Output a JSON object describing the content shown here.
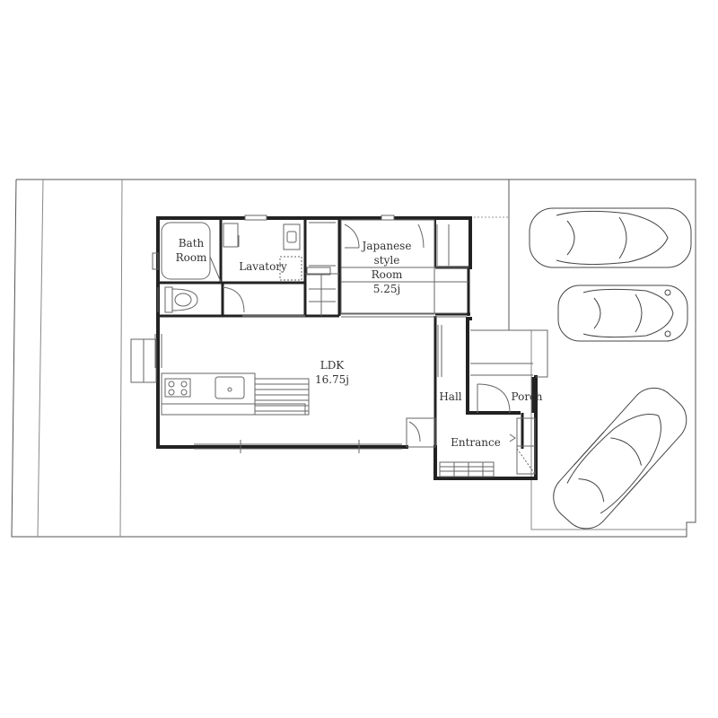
{
  "rooms": {
    "bath": {
      "line1": "Bath",
      "line2": "Room"
    },
    "lavatory": {
      "label": "Lavatory"
    },
    "japanese": {
      "line1": "Japanese",
      "line2": "style",
      "line3": "Room",
      "size": "5.25j"
    },
    "ldk": {
      "label": "LDK",
      "size": "16.75j"
    },
    "hall": {
      "label": "Hall"
    },
    "porch": {
      "label": "Porch"
    },
    "entrance": {
      "label": "Entrance"
    }
  },
  "colors": {
    "wall": "#222222",
    "line": "#555555",
    "light": "#999999"
  }
}
